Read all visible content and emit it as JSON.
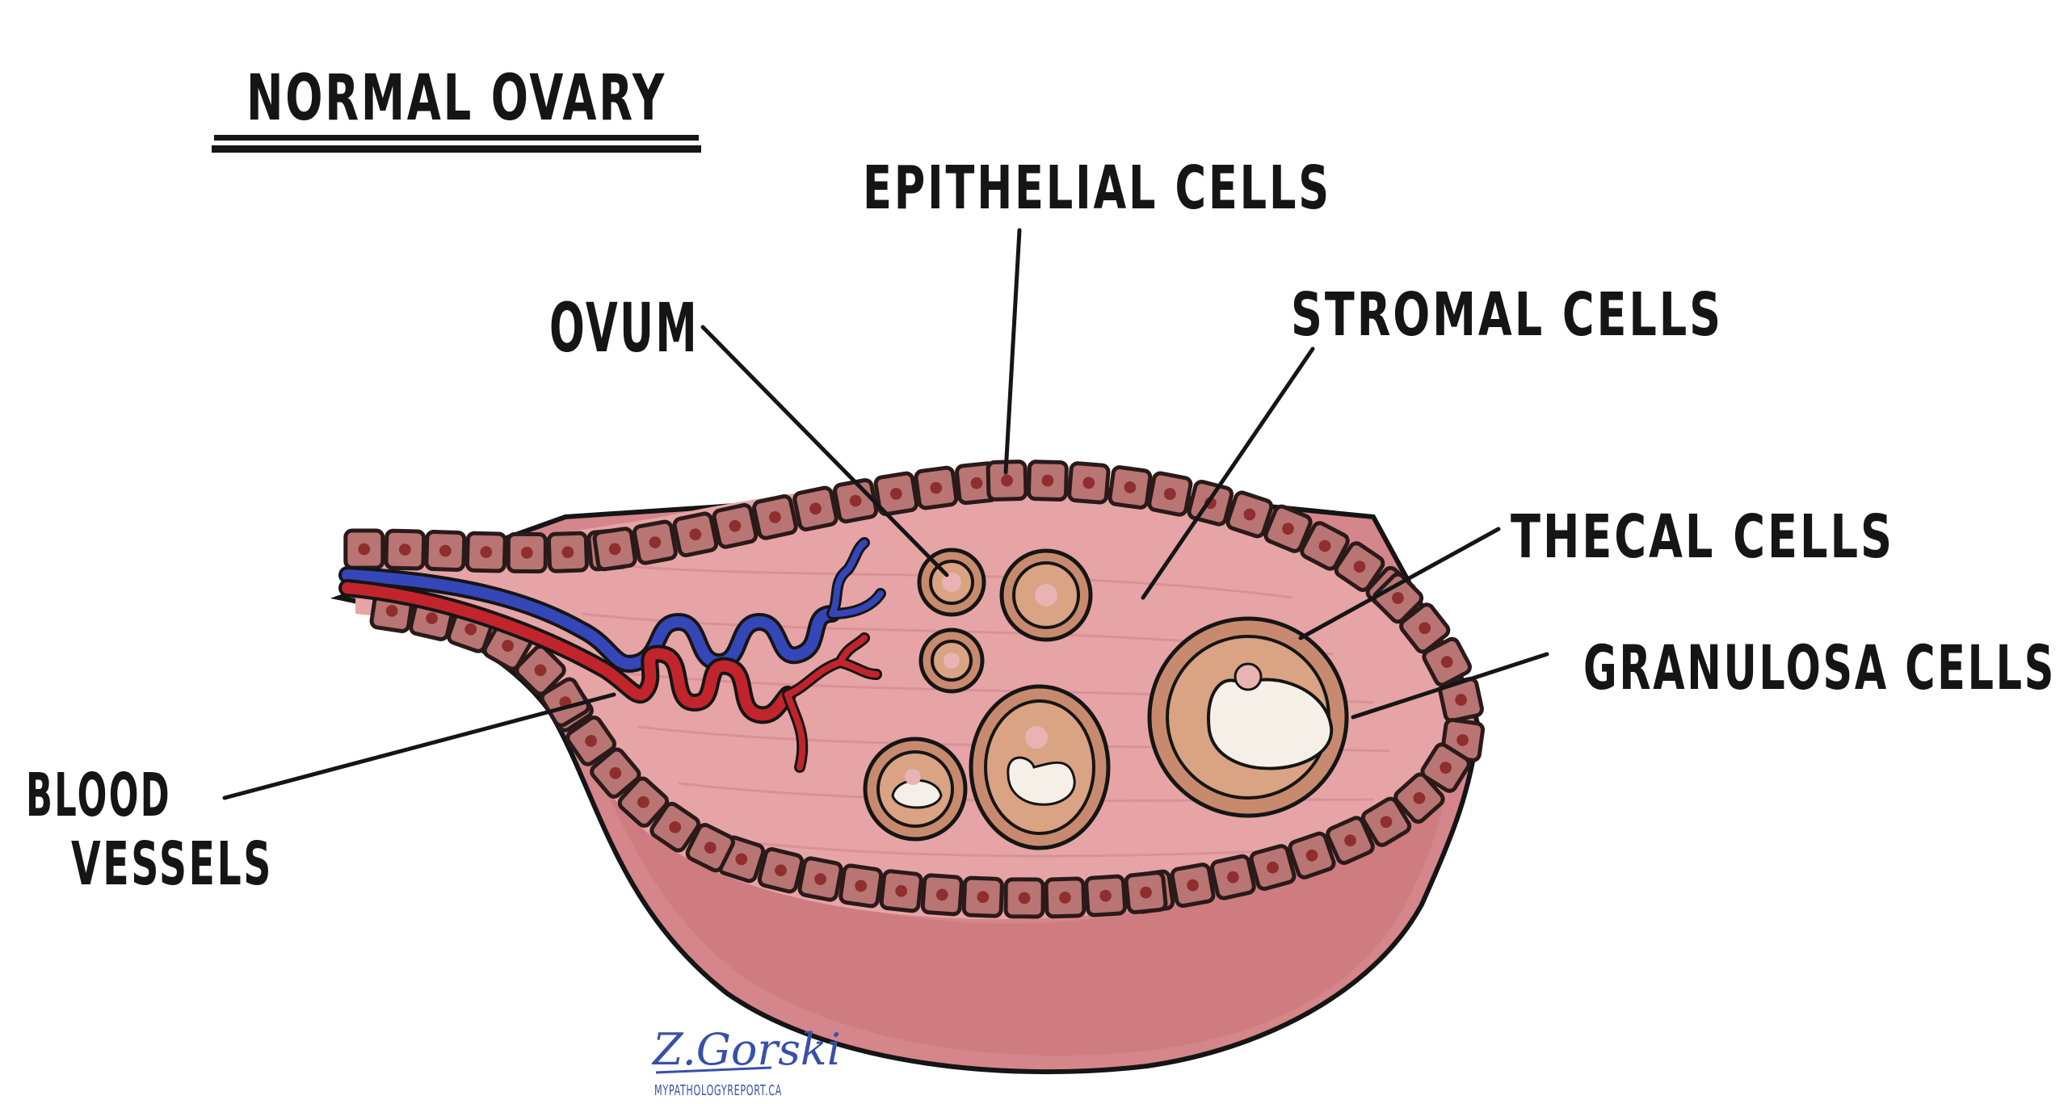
{
  "title": "NORMAL OVARY",
  "labels": {
    "epithelial": "EPITHELIAL CELLS",
    "ovum": "OVUM",
    "stromal": "STROMAL CELLS",
    "thecal": "THECAL CELLS",
    "granulosa": "GRANULOSA CELLS",
    "blood_line1": "BLOOD",
    "blood_line2": "VESSELS"
  },
  "signature": {
    "name": "Z.Gorski",
    "site": "MYPATHOLOGYREPORT.CA"
  },
  "colors": {
    "tissue": "#d98c8c",
    "tissue_dark": "#c77372",
    "cell": "#b97573",
    "nucleus": "#8e2e2e",
    "outline": "#151515",
    "artery": "#c2242c",
    "vein": "#3546b8",
    "follicle_ring": "#c8906e",
    "antrum": "#f6efe8",
    "signature": "#3950a8"
  }
}
